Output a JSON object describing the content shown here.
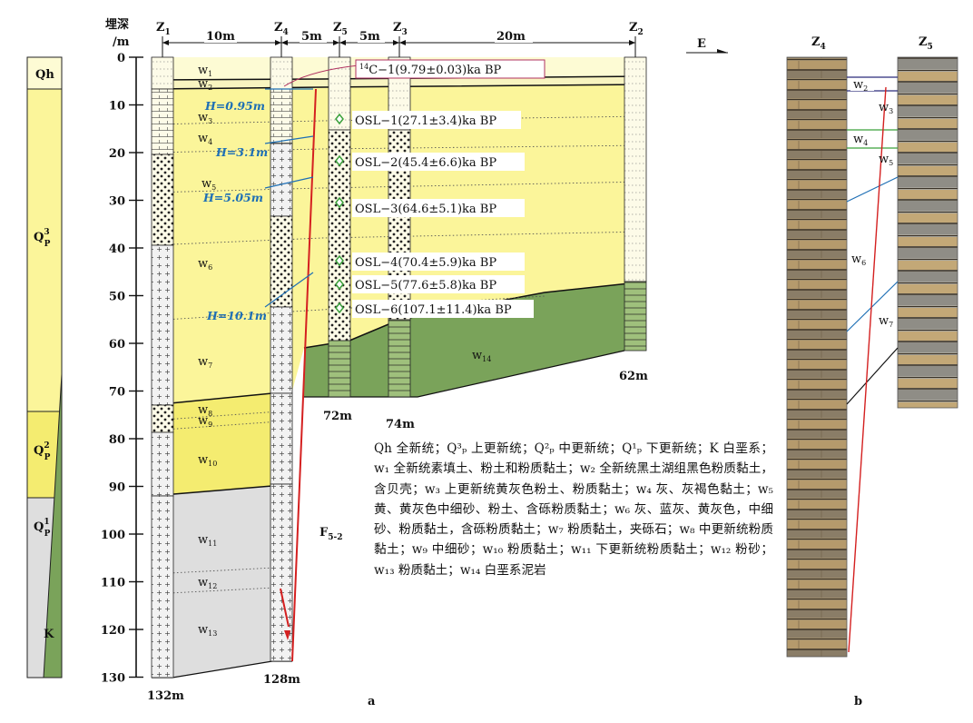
{
  "panel_a": {
    "y_axis_title": [
      "埋深",
      "/m"
    ],
    "depth_ticks": [
      "0",
      "10",
      "20",
      "30",
      "40",
      "50",
      "60",
      "70",
      "80",
      "90",
      "100",
      "110",
      "120",
      "130"
    ],
    "boreholes": [
      {
        "name": "Z1",
        "label": "Z",
        "sub": "1",
        "bottom": "132m"
      },
      {
        "name": "Z4",
        "label": "Z",
        "sub": "4",
        "bottom": "128m"
      },
      {
        "name": "Z5",
        "label": "Z",
        "sub": "5",
        "bottom": "72m"
      },
      {
        "name": "Z3",
        "label": "Z",
        "sub": "3",
        "bottom": "74m"
      },
      {
        "name": "Z2",
        "label": "Z",
        "sub": "2",
        "bottom": "62m"
      }
    ],
    "spacings": [
      "10m",
      "5m",
      "5m",
      "20m"
    ],
    "stratigraphy": [
      {
        "label": "Qh",
        "sup": "",
        "sub": ""
      },
      {
        "label": "Q",
        "sup": "3",
        "sub": "P"
      },
      {
        "label": "Q",
        "sup": "2",
        "sub": "P"
      },
      {
        "label": "Q",
        "sup": "1",
        "sub": "P"
      },
      {
        "label": "K",
        "sup": "",
        "sub": ""
      }
    ],
    "layers": [
      "w1",
      "w2",
      "w3",
      "w4",
      "w5",
      "w6",
      "w7",
      "w8",
      "w9",
      "w10",
      "w11",
      "w12",
      "w13",
      "w14"
    ],
    "offsets": [
      "H=0.95m",
      "H=3.1m",
      "H=5.05m",
      "H=10.1m"
    ],
    "fault": {
      "label": "F",
      "sub": "5-2"
    },
    "dates": [
      {
        "sample": "14C-1",
        "text": "C−1(9.79±0.03)ka  BP"
      },
      {
        "sample": "OSL-1",
        "text": "OSL−1(27.1±3.4)ka  BP"
      },
      {
        "sample": "OSL-2",
        "text": "OSL−2(45.4±6.6)ka  BP"
      },
      {
        "sample": "OSL-3",
        "text": "OSL−3(64.6±5.1)ka  BP"
      },
      {
        "sample": "OSL-4",
        "text": "OSL−4(70.4±5.9)ka  BP"
      },
      {
        "sample": "OSL-5",
        "text": "OSL−5(77.6±5.8)ka  BP"
      },
      {
        "sample": "OSL-6",
        "text": "OSL−6(107.1±11.4)ka  BP"
      }
    ],
    "c14_prefix": "14",
    "label": "a"
  },
  "panel_b": {
    "direction": "E",
    "cores": [
      "Z4",
      "Z5"
    ],
    "layers": [
      "w2",
      "w3",
      "w4",
      "w5",
      "w6",
      "w7"
    ],
    "label": "b"
  },
  "legend_text": "Qh 全新统；Q³ₚ 上更新统；Q²ₚ 中更新统；Q¹ₚ 下更新统；K 白垩系；w₁ 全新统素填土、粉土和粉质黏土；w₂ 全新统黑土湖组黑色粉质黏土，含贝壳；w₃ 上更新统黄灰色粉土、粉质黏土；w₄ 灰、灰褐色黏土；w₅ 黄、黄灰色中细砂、粉土、含砾粉质黏土；w₆ 灰、蓝灰、黄灰色，中细砂、粉质黏土，含砾粉质黏土；w₇ 粉质黏土，夹砾石；w₈ 中更新统粉质黏土；w₉ 中细砂；w₁₀ 粉质黏土；w₁₁ 下更新统粉质黏土；w₁₂ 粉砂；w₁₃ 粉质黏土；w₁₄ 白垩系泥岩",
  "colors": {
    "holocene": "#fdfbd4",
    "upper_pleistocene": "#fbf59a",
    "middle_pleistocene": "#f4ec70",
    "lower_pleistocene": "#dedede",
    "cretaceous": "#7aa35a",
    "fault": "#d42020",
    "offset_blue": "#1e6fb5",
    "osl_marker": "#3aa03a"
  }
}
